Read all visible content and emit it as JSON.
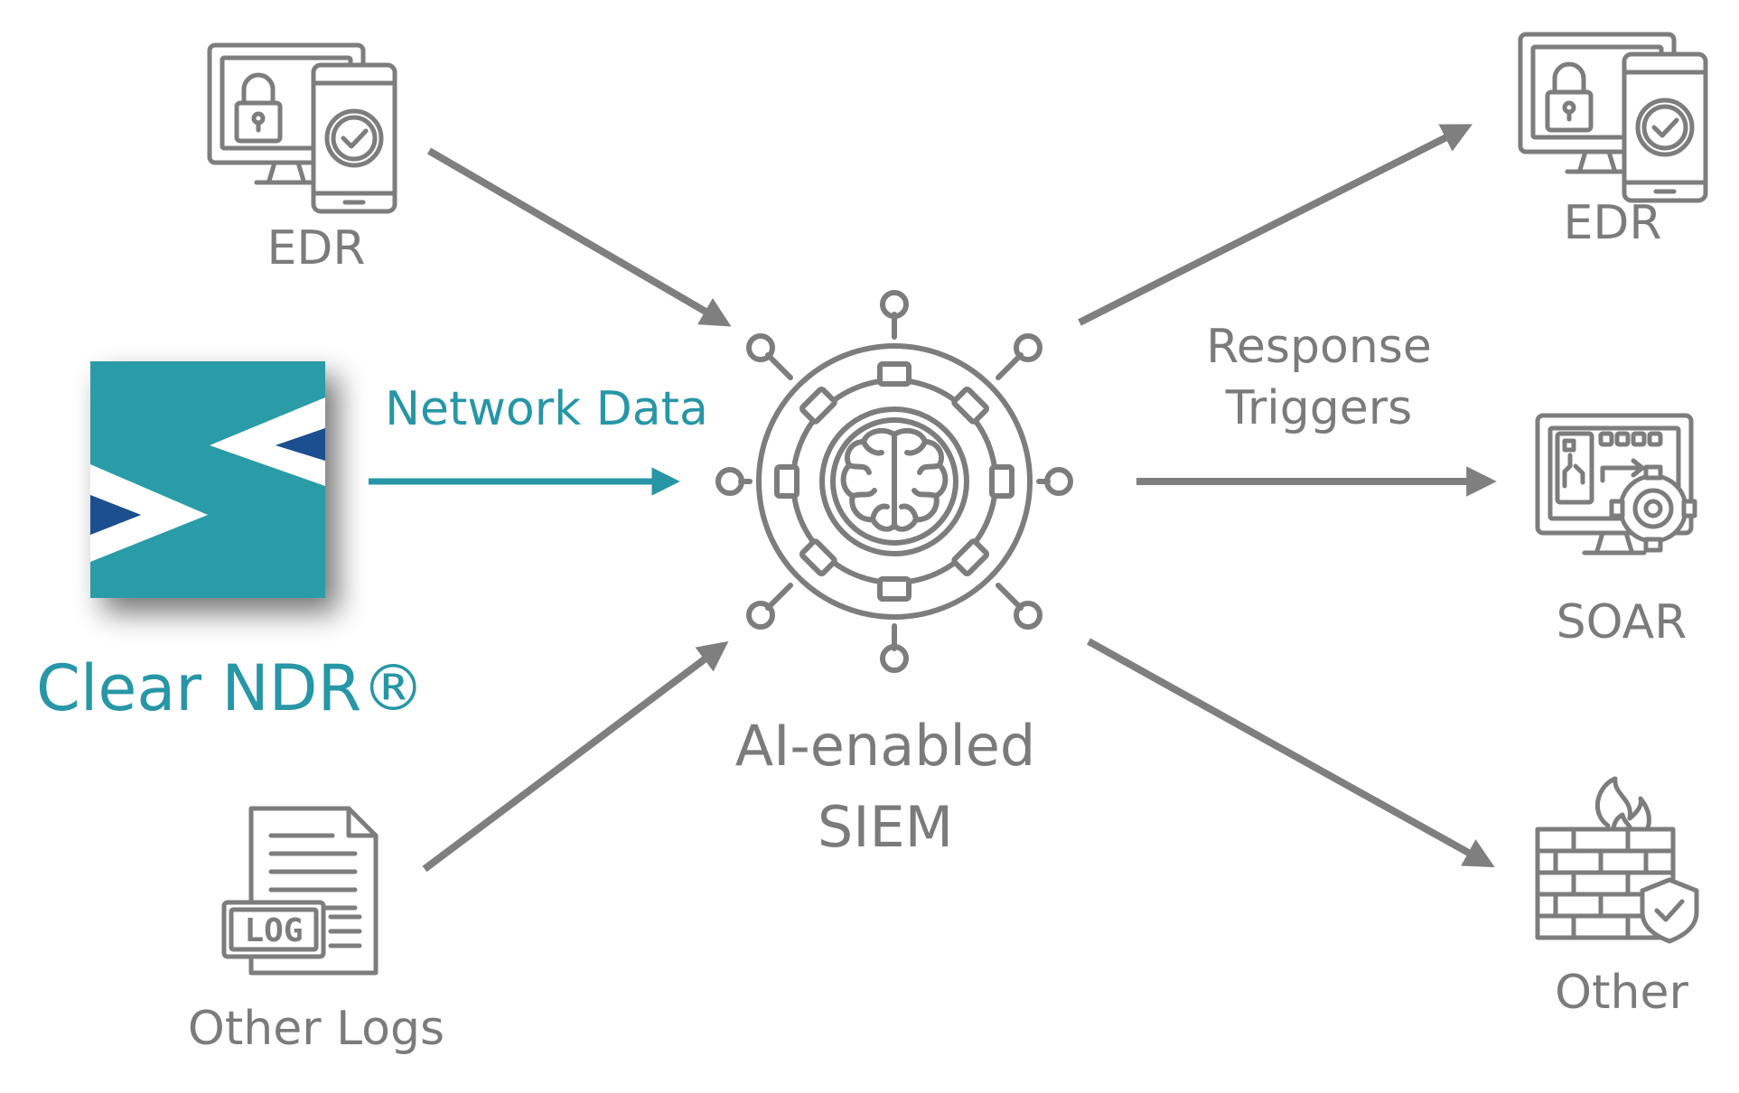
{
  "colors": {
    "teal": "#2796a6",
    "gray": "#7b7b7b",
    "arrow_gray": "#7f7f7f",
    "logo_teal": "#2a9ca8",
    "logo_navy": "#1a4f8f"
  },
  "inputs": {
    "edr": {
      "label": "EDR",
      "icon": "device-lock-check-icon"
    },
    "ndr": {
      "label": "Clear NDR®",
      "icon": "clear-ndr-logo"
    },
    "logs": {
      "label": "Other Logs",
      "icon": "log-file-icon",
      "badge": "LOG"
    }
  },
  "flows": {
    "network_data": "Network Data",
    "response_triggers": [
      "Response",
      "Triggers"
    ]
  },
  "center": {
    "label": [
      "AI-enabled",
      "SIEM"
    ],
    "icon": "ai-brain-gear-icon"
  },
  "outputs": {
    "edr": {
      "label": "EDR",
      "icon": "device-lock-check-icon"
    },
    "soar": {
      "label": "SOAR",
      "icon": "soar-automation-icon"
    },
    "other": {
      "label": "Other",
      "icon": "firewall-fire-shield-icon"
    }
  }
}
